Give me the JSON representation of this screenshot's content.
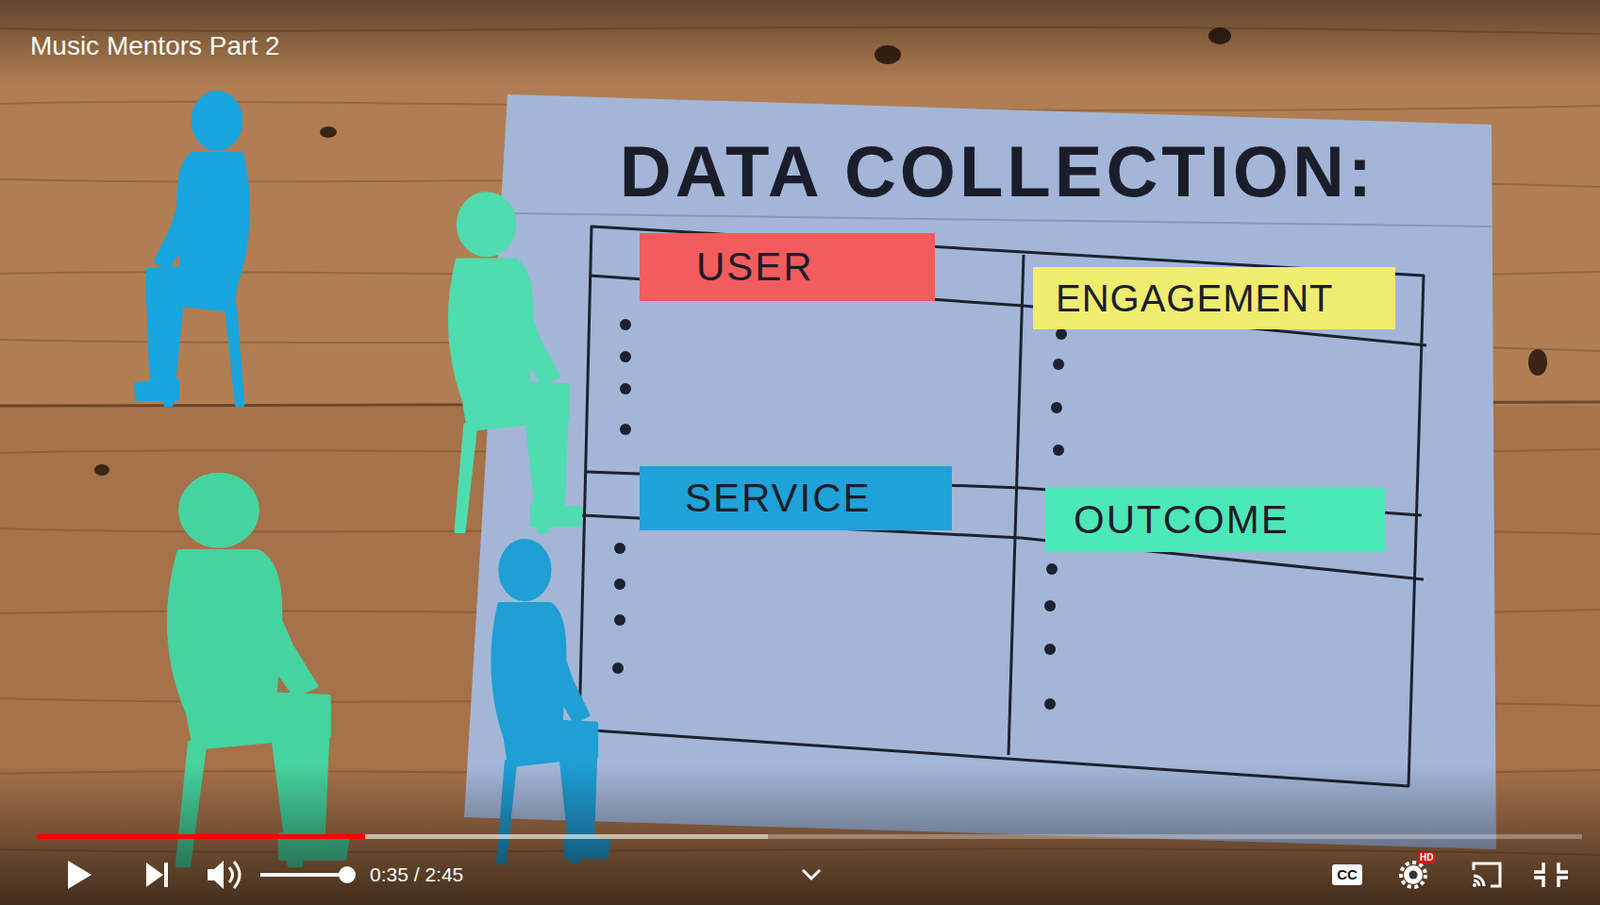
{
  "diagram": {
    "nodes": [
      {
        "text": [
          "DATA COLLECTION:"
        ]
      },
      {
        "text": [
          "USER"
        ],
        "in": 0
      },
      {
        "text": [
          "ENGAGEMENT"
        ],
        "in": 0
      },
      {
        "text": [
          "SERVICE"
        ],
        "in": 0
      },
      {
        "text": [
          "OUTCOME"
        ],
        "in": 0
      }
    ],
    "labels": [
      "Music Mentors Part 2",
      "0:35 / 2:45",
      "CC",
      "HD"
    ]
  }
}
